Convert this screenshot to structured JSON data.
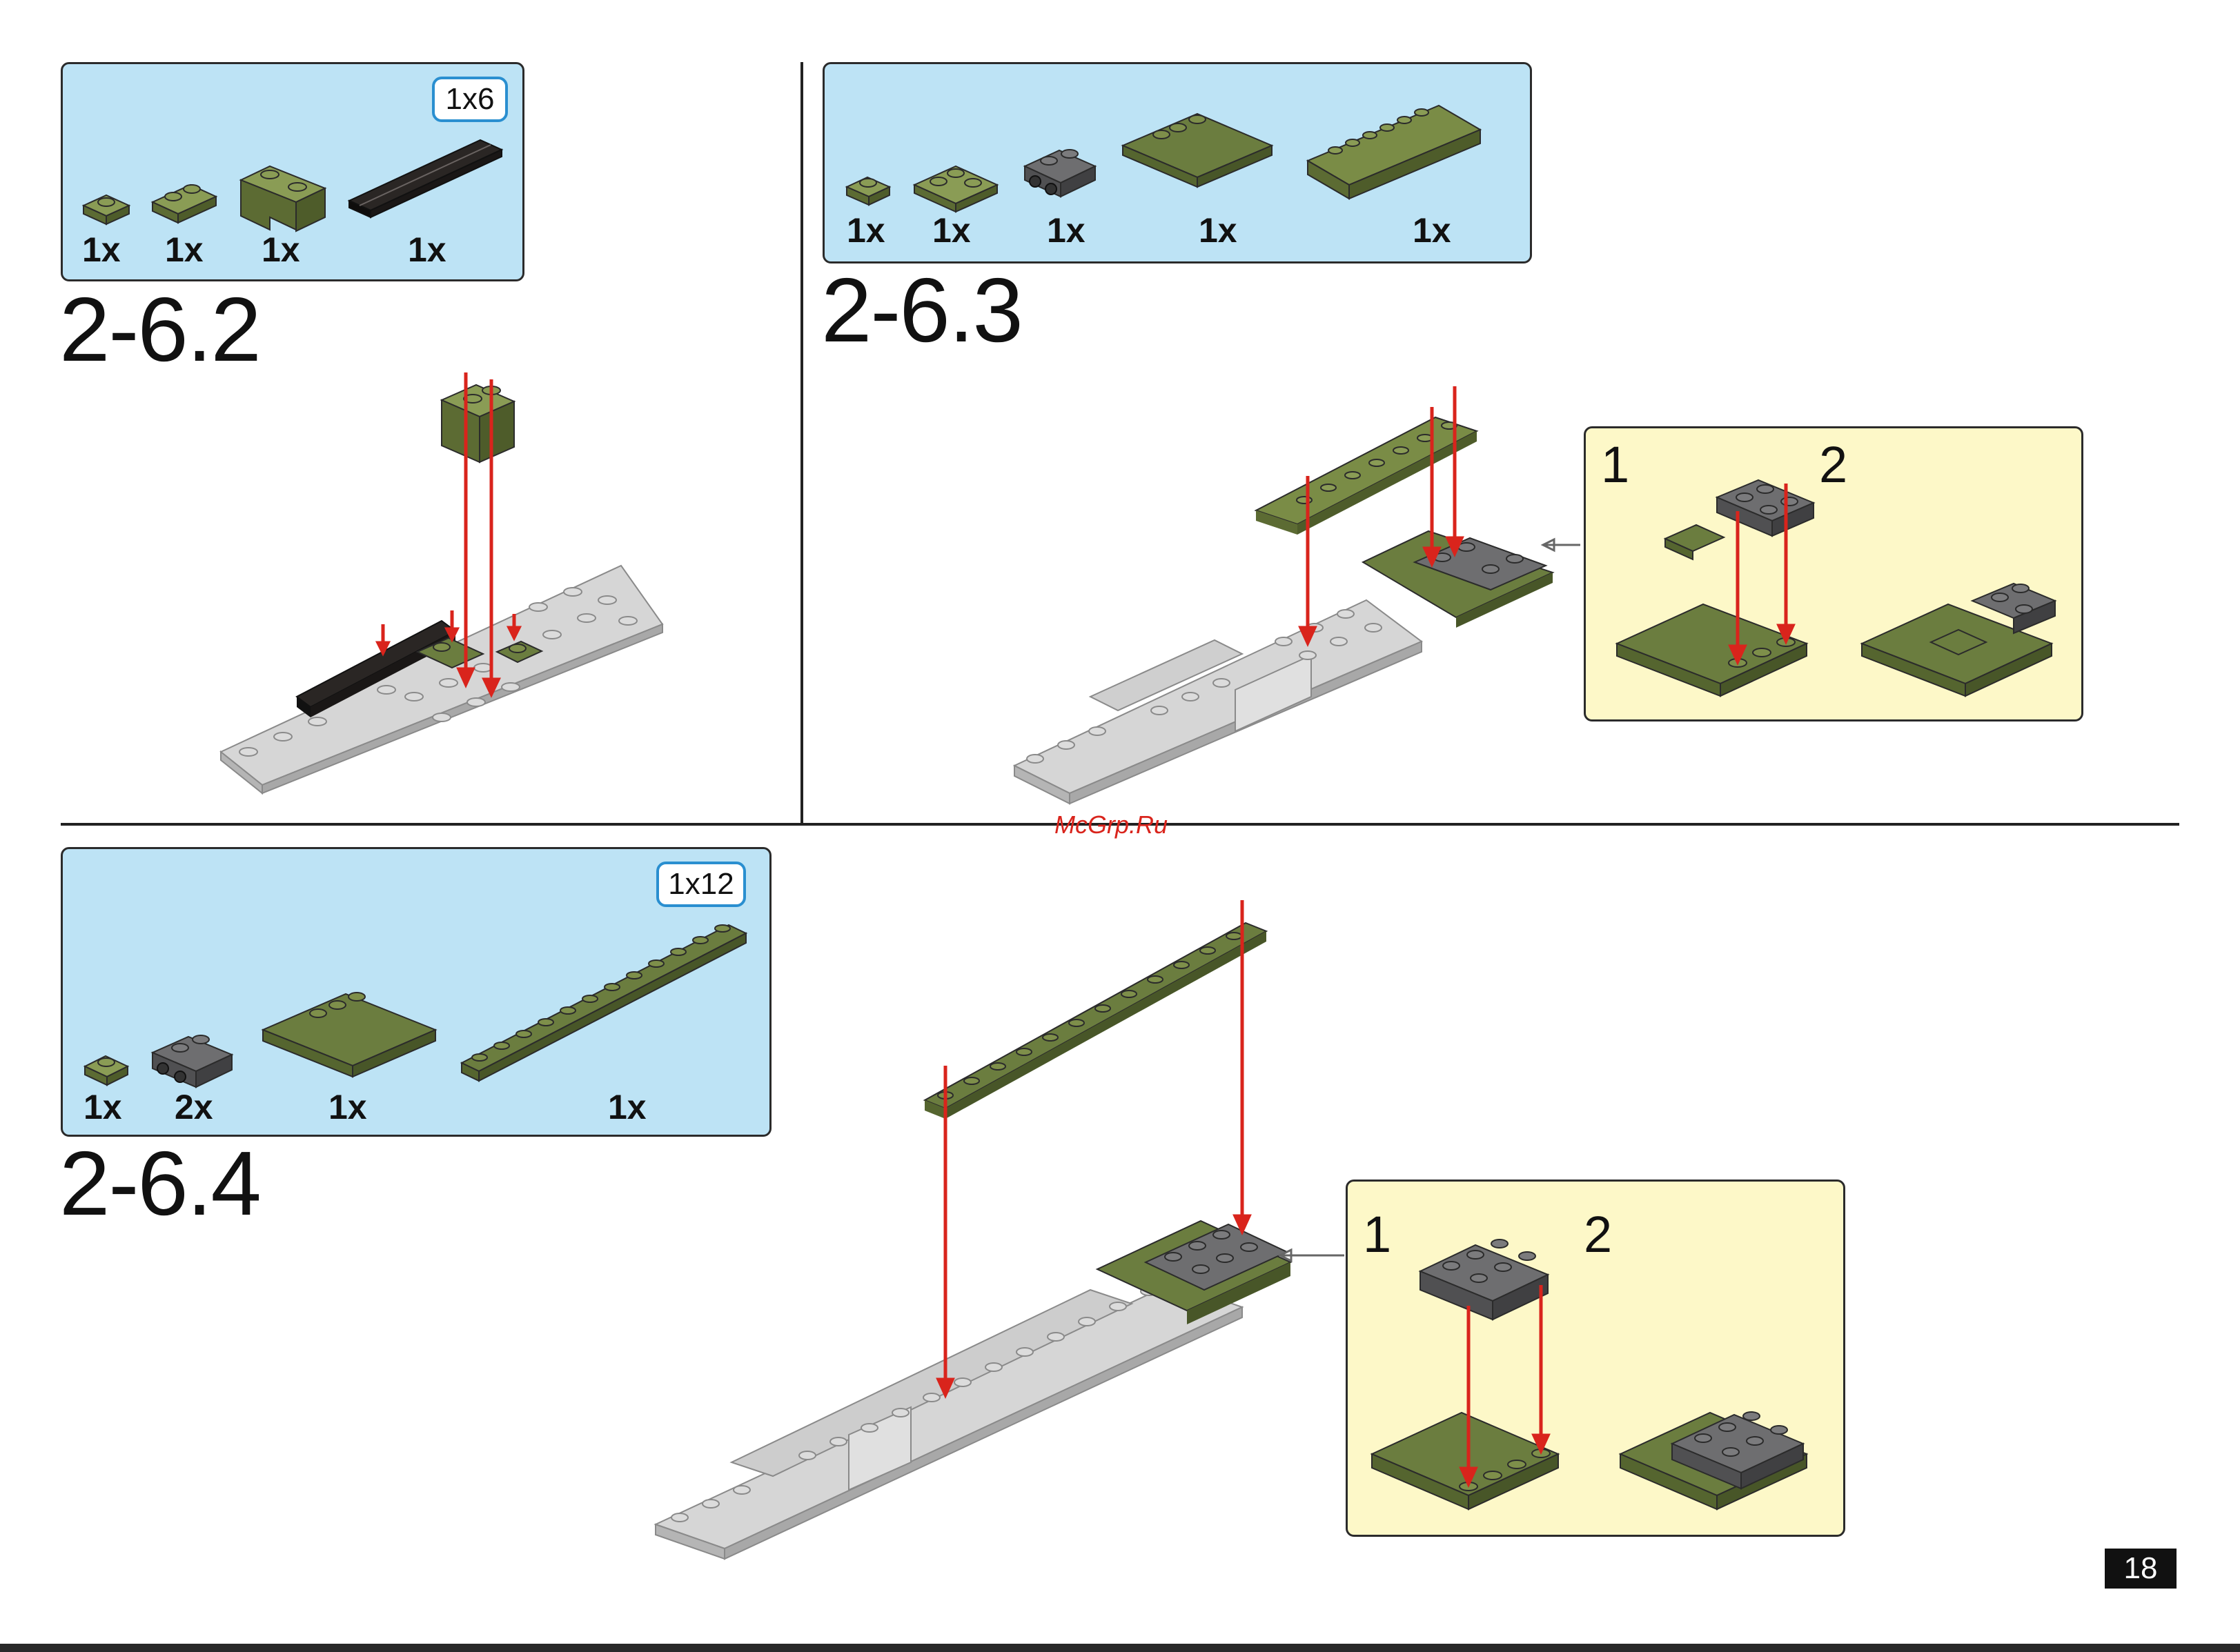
{
  "steps": [
    {
      "label": "2-6.2",
      "length_badge": "1x6",
      "quantities": [
        "1x",
        "1x",
        "1x",
        "1x"
      ]
    },
    {
      "label": "2-6.3",
      "quantities": [
        "1x",
        "1x",
        "1x",
        "1x",
        "1x"
      ],
      "sub_steps": [
        "1",
        "2"
      ]
    },
    {
      "label": "2-6.4",
      "length_badge": "1x12",
      "quantities": [
        "1x",
        "2x",
        "1x",
        "1x"
      ],
      "sub_steps": [
        "1",
        "2"
      ]
    }
  ],
  "watermark": "McGrp.Ru",
  "page_number": "18",
  "colors": {
    "parts_bg": "#bde3f5",
    "callout_bg": "#fdf8c8",
    "olive": "#6b7d3f",
    "grey": "#d3d3d3",
    "dark_grey": "#6e6e70",
    "black_tile": "#2a2624",
    "arrow": "#d9241c",
    "badge_border": "#2a8fd0"
  }
}
